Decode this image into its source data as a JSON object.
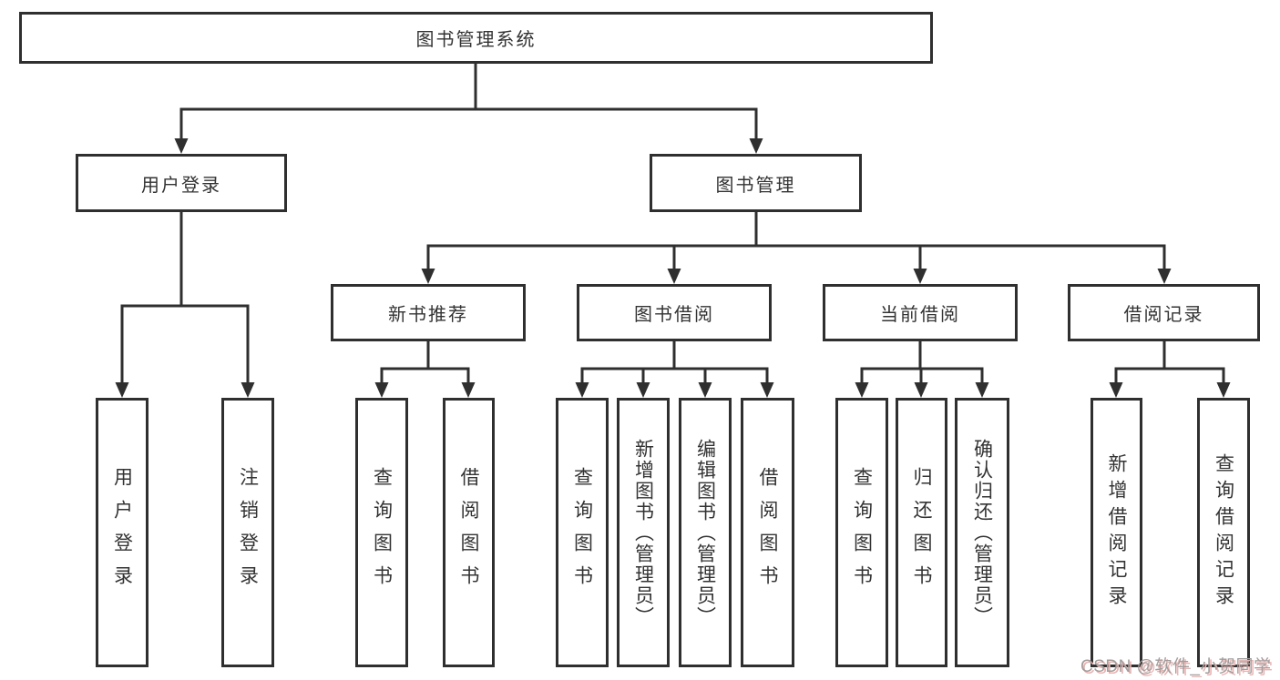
{
  "tree": {
    "root": {
      "label": "图书管理系统"
    },
    "level2": [
      {
        "label": "用户登录",
        "children": [
          {
            "label": "用户登录"
          },
          {
            "label": "注销登录"
          }
        ]
      },
      {
        "label": "图书管理",
        "children": [
          {
            "label": "新书推荐",
            "children": [
              {
                "label": "查询图书"
              },
              {
                "label": "借阅图书"
              }
            ]
          },
          {
            "label": "图书借阅",
            "children": [
              {
                "label": "查询图书"
              },
              {
                "label": "新增图书（管理员）"
              },
              {
                "label": "编辑图书（管理员）"
              },
              {
                "label": "借阅图书"
              }
            ]
          },
          {
            "label": "当前借阅",
            "children": [
              {
                "label": "查询图书"
              },
              {
                "label": "归还图书"
              },
              {
                "label": "确认归还（管理员）"
              }
            ]
          },
          {
            "label": "借阅记录",
            "children": [
              {
                "label": "新增借阅记录"
              },
              {
                "label": "查询借阅记录"
              }
            ]
          }
        ]
      }
    ]
  },
  "watermark": {
    "text": "CSDN @软件_小贺同学"
  },
  "colors": {
    "line": "#2f2f2f",
    "text": "#333333",
    "watermark": "#9e9e9e",
    "watermark_shadow": "#efb0ae"
  }
}
